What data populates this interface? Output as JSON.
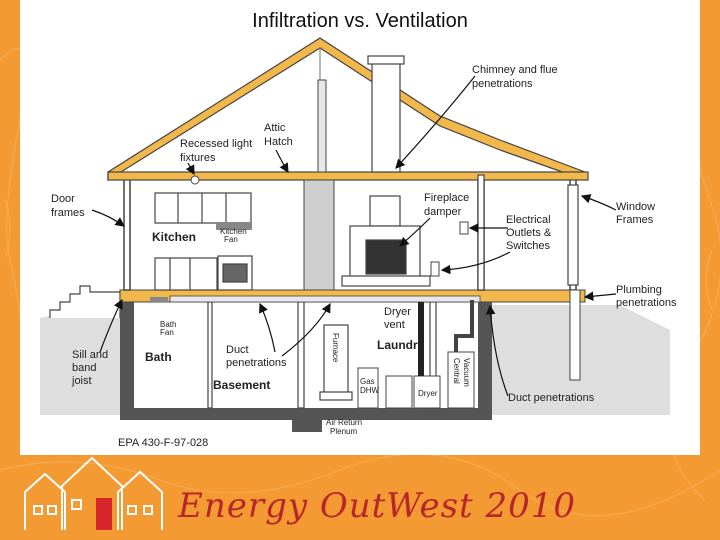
{
  "slide": {
    "title": "Infiltration vs. Ventilation",
    "colors": {
      "background": "#f39a33",
      "panel": "#ffffff",
      "wood": "#f2b84b",
      "logo": "#b8262a"
    }
  },
  "diagram": {
    "labels": {
      "chimney": [
        "Chimney and flue",
        "penetrations"
      ],
      "attic_hatch": [
        "Attic",
        "Hatch"
      ],
      "recessed_light": [
        "Recessed light",
        "fixtures"
      ],
      "door_frames": [
        "Door",
        "frames"
      ],
      "fireplace_damper": [
        "Fireplace",
        "damper"
      ],
      "electrical": [
        "Electrical",
        "Outlets &",
        "Switches"
      ],
      "window_frames": [
        "Window",
        "Frames"
      ],
      "plumbing": [
        "Plumbing",
        "penetrations"
      ],
      "kitchen": "Kitchen",
      "kitchen_fan": [
        "Kitchen",
        "Fan"
      ],
      "bath_fan": [
        "Bath",
        "Fan"
      ],
      "bath": "Bath",
      "sill": [
        "Sill and",
        "band",
        "joist"
      ],
      "duct_penetrations_left": [
        "Duct",
        "penetrations"
      ],
      "basement": "Basement",
      "dryer_vent": [
        "Dryer",
        "vent"
      ],
      "laundry": "Laundry",
      "furnace": "Furnace",
      "gas_dhw": [
        "Gas",
        "DHW"
      ],
      "dryer": "Dryer",
      "central_vacuum": [
        "Central",
        "Vacuum"
      ],
      "duct_penetrations_right": "Duct penetrations",
      "air_return": [
        "Air Return",
        "Plenum"
      ],
      "epa": "EPA 430-F-97-028"
    }
  },
  "footer": {
    "logo_text": "Energy OutWest 2010"
  }
}
